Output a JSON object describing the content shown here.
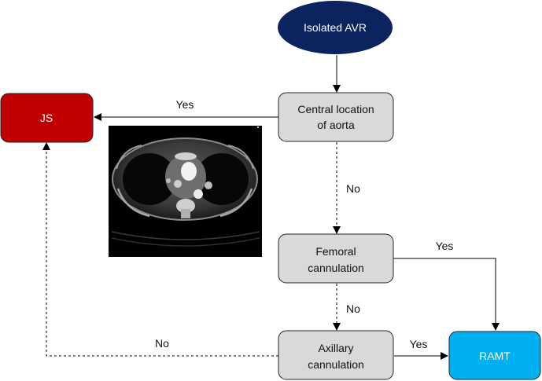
{
  "nodes": {
    "start": {
      "label": "Isolated AVR",
      "fill": "#0b2460",
      "text_color": "#ffffff"
    },
    "central": {
      "line1": "Central location",
      "line2": "of aorta",
      "fill": "#d9d9d9"
    },
    "femoral": {
      "line1": "Femoral",
      "line2": "cannulation",
      "fill": "#d9d9d9"
    },
    "axillary": {
      "line1": "Axillary",
      "line2": "cannulation",
      "fill": "#d9d9d9"
    },
    "js": {
      "label": "JS",
      "fill": "#c00000",
      "text_color": "#ffffff"
    },
    "ramt": {
      "label": "RAMT",
      "fill": "#00b0f0",
      "text_color": "#ffffff"
    }
  },
  "edges": {
    "central_to_js": "Yes",
    "central_to_femoral": "No",
    "femoral_to_ramt": "Yes",
    "femoral_to_axillary": "No",
    "axillary_to_ramt": "Yes",
    "axillary_to_js": "No"
  },
  "image": {
    "description_icon": "ct-scan-image"
  }
}
